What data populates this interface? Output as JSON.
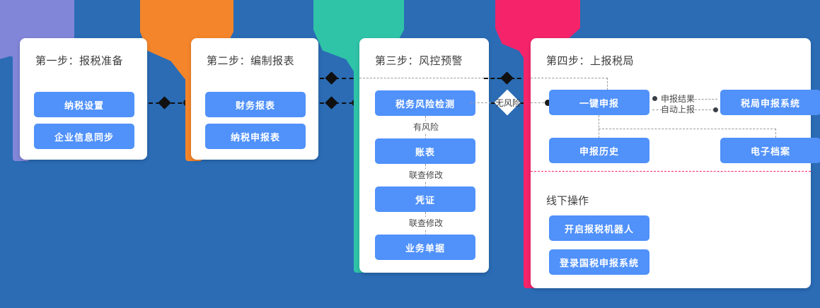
{
  "theme": {
    "background": "#2b6cb5",
    "card_bg": "#ffffff",
    "button_bg": "#5091fa",
    "button_text": "#ffffff",
    "accent_step1": "#8286d8",
    "accent_step2": "#f5852a",
    "accent_step3": "#2fc4a8",
    "accent_step4": "#f5246a",
    "connector": "#101010",
    "connector_light": "#9a9a9a",
    "divider": "#f5246a"
  },
  "steps": [
    {
      "id": "step1",
      "title": "第一步：报税准备",
      "accent": "#8286d8",
      "buttons": [
        {
          "label": "纳税设置"
        },
        {
          "label": "企业信息同步"
        }
      ]
    },
    {
      "id": "step2",
      "title": "第二步：编制报表",
      "accent": "#f5852a",
      "buttons": [
        {
          "label": "财务报表"
        },
        {
          "label": "纳税申报表"
        }
      ]
    },
    {
      "id": "step3",
      "title": "第三步：风控预警",
      "accent": "#2fc4a8",
      "buttons": [
        {
          "label": "税务风险检测"
        },
        {
          "label": "账表"
        },
        {
          "label": "凭证"
        },
        {
          "label": "业务单据"
        }
      ],
      "flow_labels": [
        {
          "label": "有风险"
        },
        {
          "label": "联查修改"
        },
        {
          "label": "联查修改"
        }
      ]
    },
    {
      "id": "step4",
      "title": "第四步：上报税局",
      "accent": "#f5246a",
      "section_title": "线下操作",
      "buttons": [
        {
          "label": "一键申报"
        },
        {
          "label": "税局申报系统"
        },
        {
          "label": "申报历史"
        },
        {
          "label": "电子档案"
        }
      ],
      "offline_buttons": [
        {
          "label": "开启报税机器人"
        },
        {
          "label": "登录国税申报系统"
        }
      ],
      "edge_labels": [
        {
          "label": "申报结果"
        },
        {
          "label": "自动上报"
        }
      ]
    }
  ],
  "connectors": {
    "no_risk_label": "无风险"
  }
}
